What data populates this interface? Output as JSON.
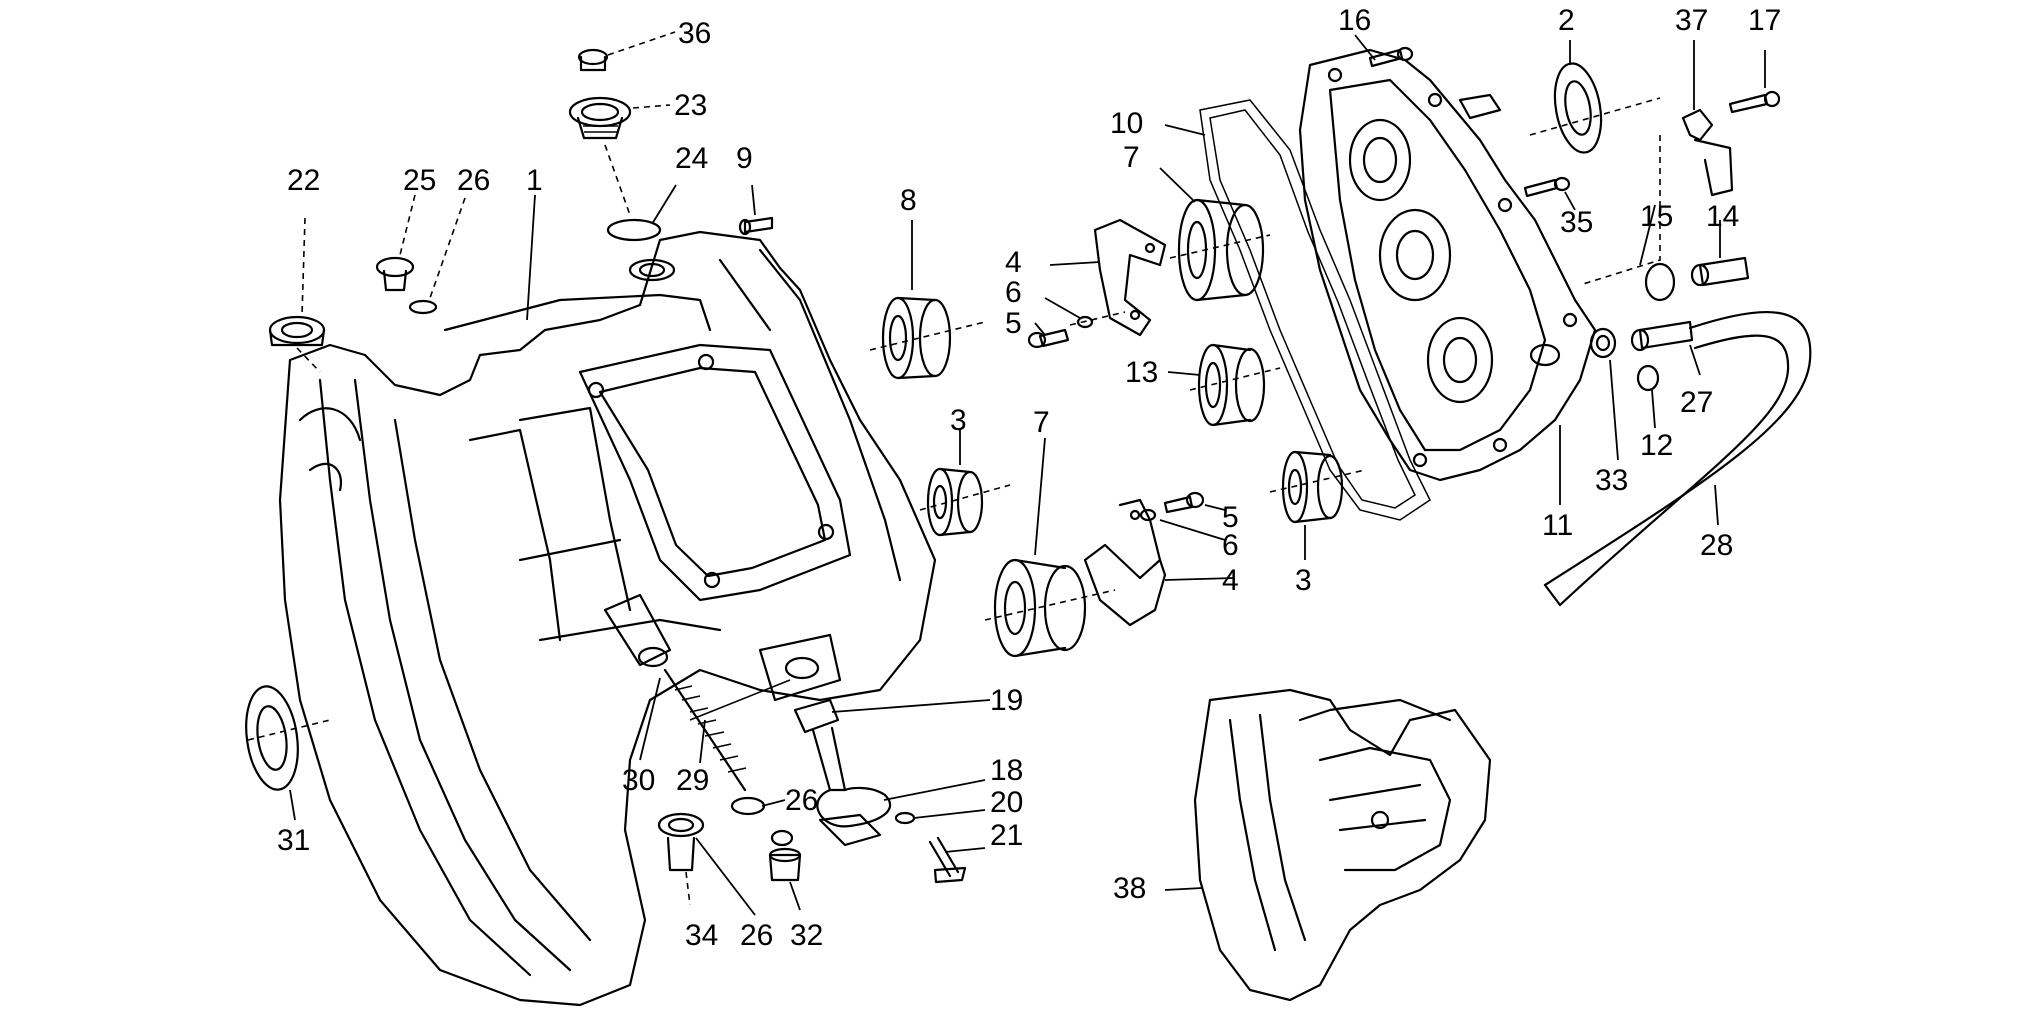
{
  "diagram": {
    "part_numbers": [
      "1",
      "2",
      "3",
      "3",
      "4",
      "4",
      "5",
      "5",
      "6",
      "6",
      "7",
      "7",
      "8",
      "9",
      "10",
      "11",
      "12",
      "13",
      "14",
      "15",
      "16",
      "17",
      "18",
      "19",
      "20",
      "21",
      "22",
      "23",
      "24",
      "25",
      "26",
      "26",
      "26",
      "27",
      "28",
      "29",
      "30",
      "31",
      "32",
      "33",
      "34",
      "35",
      "36",
      "37",
      "38"
    ],
    "callouts": [
      {
        "text": "36"
      },
      {
        "text": "23"
      },
      {
        "text": "24"
      },
      {
        "text": "9"
      },
      {
        "text": "22"
      },
      {
        "text": "25"
      },
      {
        "text": "26"
      },
      {
        "text": "1"
      },
      {
        "text": "8"
      },
      {
        "text": "10"
      },
      {
        "text": "7"
      },
      {
        "text": "4"
      },
      {
        "text": "6"
      },
      {
        "text": "5"
      },
      {
        "text": "13"
      },
      {
        "text": "3"
      },
      {
        "text": "7"
      },
      {
        "text": "5"
      },
      {
        "text": "6"
      },
      {
        "text": "4"
      },
      {
        "text": "3"
      },
      {
        "text": "16"
      },
      {
        "text": "2"
      },
      {
        "text": "37"
      },
      {
        "text": "17"
      },
      {
        "text": "35"
      },
      {
        "text": "15"
      },
      {
        "text": "14"
      },
      {
        "text": "11"
      },
      {
        "text": "33"
      },
      {
        "text": "12"
      },
      {
        "text": "27"
      },
      {
        "text": "28"
      },
      {
        "text": "19"
      },
      {
        "text": "18"
      },
      {
        "text": "20"
      },
      {
        "text": "21"
      },
      {
        "text": "31"
      },
      {
        "text": "30"
      },
      {
        "text": "29"
      },
      {
        "text": "26"
      },
      {
        "text": "34"
      },
      {
        "text": "26"
      },
      {
        "text": "32"
      },
      {
        "text": "38"
      }
    ]
  }
}
